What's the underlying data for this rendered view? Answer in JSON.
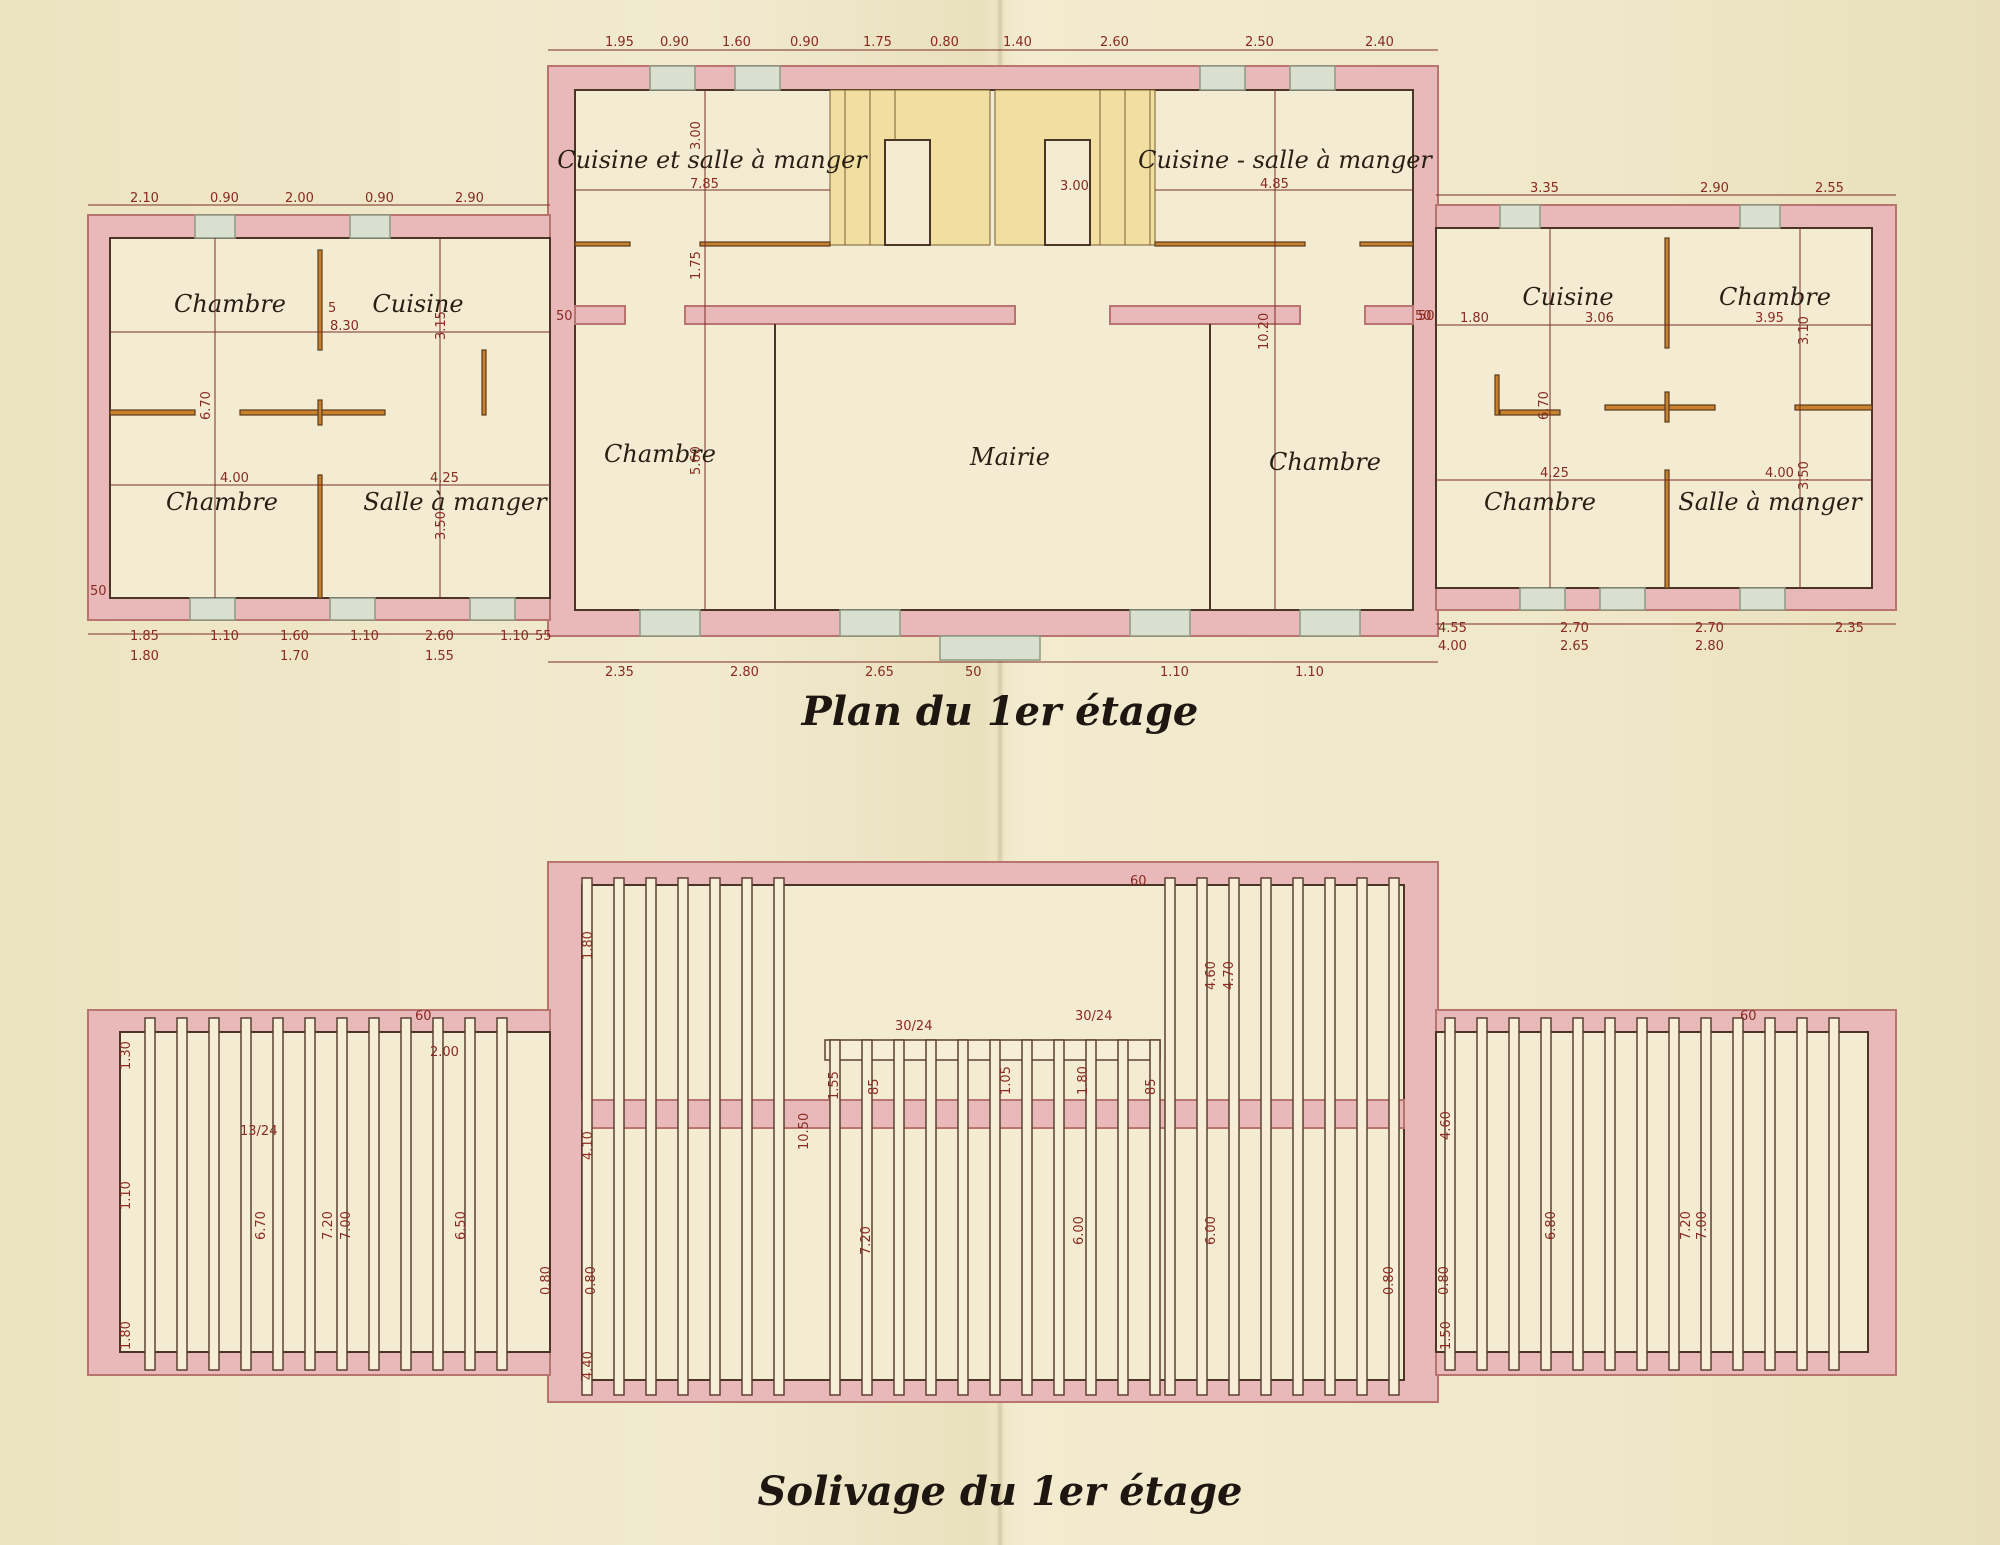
{
  "plan": {
    "title": "Plan du 1er étage",
    "rooms": {
      "left_chambre_top": "Chambre",
      "left_cuisine": "Cuisine",
      "left_chambre_bottom": "Chambre",
      "left_salle_manger": "Salle à manger",
      "center_cuisine_left": "Cuisine et salle à manger",
      "center_cuisine_right": "Cuisine - salle à manger",
      "center_chambre_left": "Chambre",
      "center_mairie": "Mairie",
      "center_chambre_right": "Chambre",
      "right_cuisine": "Cuisine",
      "right_chambre_top": "Chambre",
      "right_chambre_bottom": "Chambre",
      "right_salle_manger": "Salle à manger"
    },
    "dimensions": {
      "center_top": [
        "1.95",
        "0.90",
        "1.60",
        "0.90",
        "1.75",
        "0.80",
        "1.40",
        "2.60",
        "2.50",
        "2.40"
      ],
      "left_top": [
        "2.10",
        "0.90",
        "2.00",
        "0.90",
        "2.90"
      ],
      "right_top": [
        "3.35",
        "2.90",
        "2.55"
      ],
      "left_bottom": [
        "1.85",
        "1.10",
        "1.60",
        "1.10",
        "2.60",
        "1.10",
        "55"
      ],
      "left_bottom2": [
        "1.80",
        "1.70",
        "1.55"
      ],
      "center_bottom": [
        "2.35",
        "2.80",
        "2.65",
        "50",
        "1.10",
        "1.10"
      ],
      "right_bottom": [
        "4.55",
        "2.70",
        "2.70",
        "2.35"
      ],
      "right_bottom2": [
        "4.00",
        "2.65",
        "2.80"
      ],
      "inner": {
        "c_785": "7.85",
        "c_485": "4.85",
        "c_300a": "3.00",
        "c_300b": "3.00",
        "c_1020": "10.20",
        "c_560": "5.60",
        "c_175": "1.75",
        "c_50a": "50",
        "c_50b": "50",
        "l_830": "8.30",
        "l_670": "6.70",
        "l_400": "4.00",
        "l_425": "4.25",
        "l_350": "3.50",
        "l_315": "3.15",
        "l_50": "50",
        "r_180": "1.80",
        "r_306": "3.06",
        "r_395": "3.95",
        "r_670": "6.70",
        "r_425": "4.25",
        "r_400": "4.00",
        "r_350": "3.50",
        "r_310": "3.10",
        "r_50": "50",
        "five": "5"
      }
    }
  },
  "solivage": {
    "title": "Solivage du 1er étage",
    "labels": {
      "l_130": "1.30",
      "l_110": "1.10",
      "l_180": "1.80",
      "l_670": "6.70",
      "l_720": "7.20",
      "l_700": "7.00",
      "l_650": "6.50",
      "l_200": "2.00",
      "l_60": "60",
      "l_sec": "13/24",
      "c_180": "1.80",
      "c_410": "4.10",
      "c_440": "4.40",
      "c_080a": "0.80",
      "c_080b": "0.80",
      "c_1050": "10.50",
      "c_720": "7.20",
      "c_600a": "6.00",
      "c_600b": "6.00",
      "c_460": "4.60",
      "c_470": "4.70",
      "c_85a": "85",
      "c_85b": "85",
      "c_155": "1.55",
      "c_105": "1.05",
      "c_180b": "1.80",
      "c_30a": "30/24",
      "c_30b": "30/24",
      "c_60": "60",
      "r_080a": "0.80",
      "r_080b": "0.80",
      "r_460": "4.60",
      "r_680": "6.80",
      "r_720": "7.20",
      "r_700": "7.00",
      "r_150": "1.50",
      "r_60": "60"
    }
  }
}
